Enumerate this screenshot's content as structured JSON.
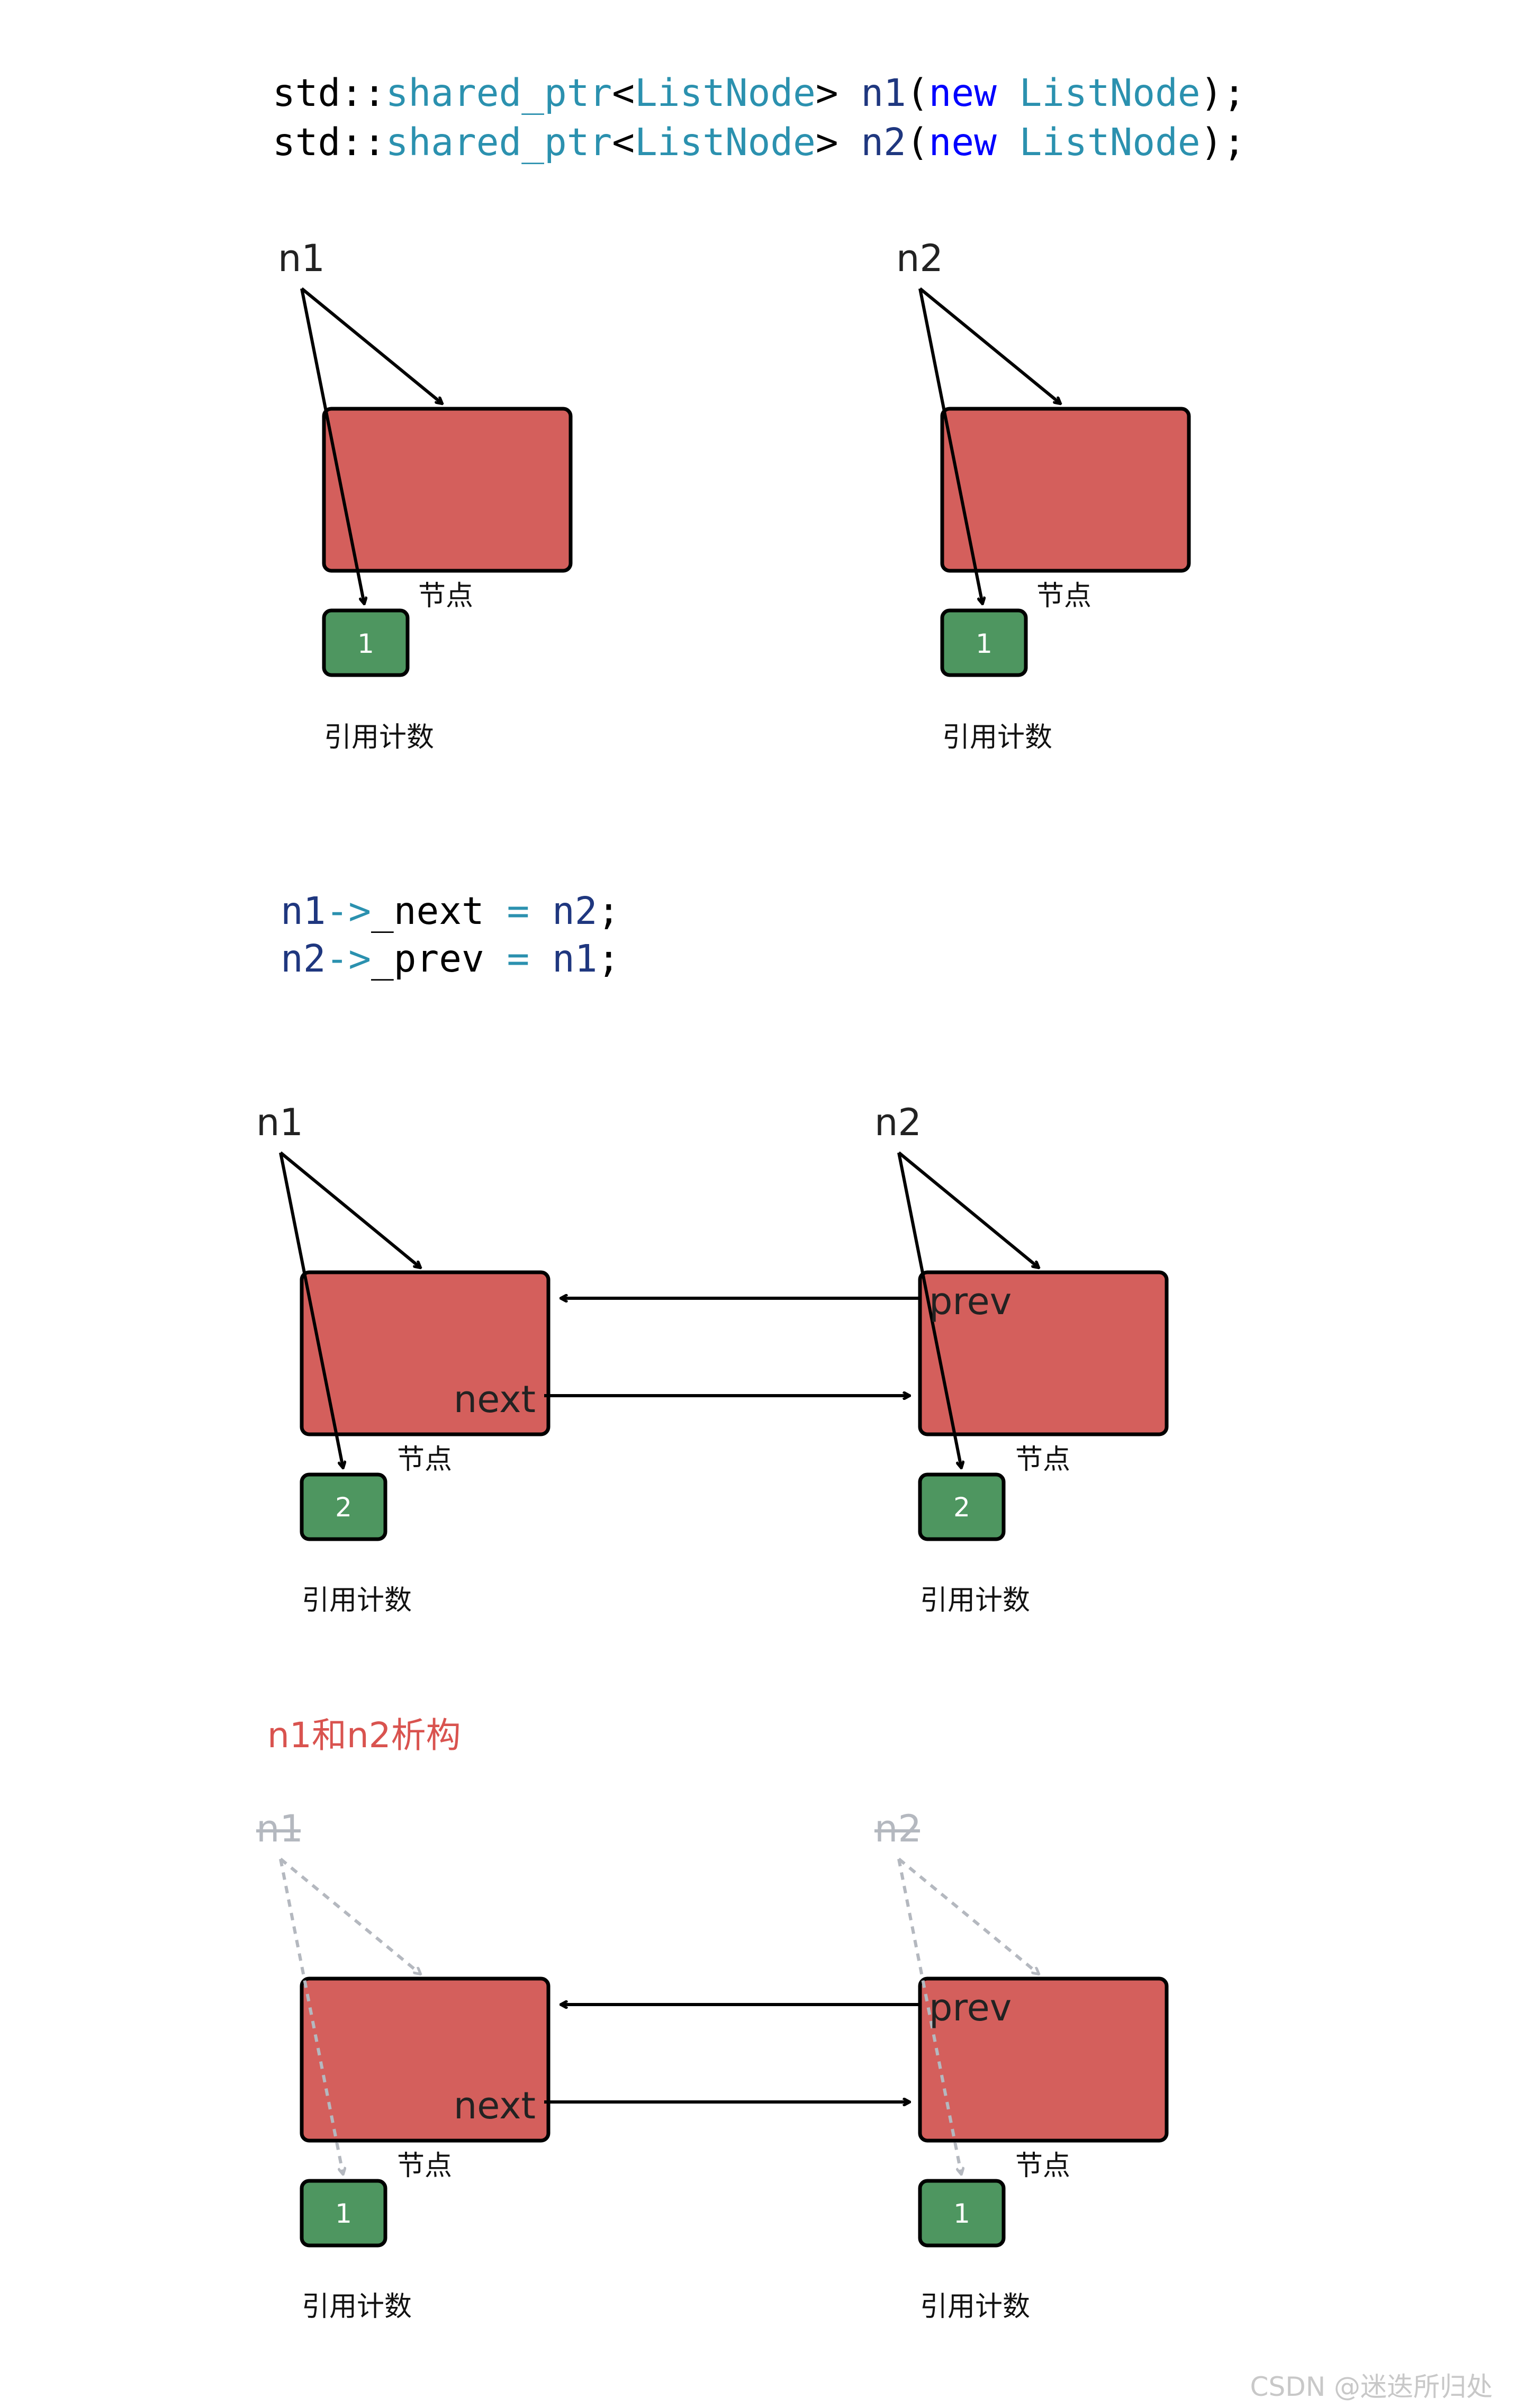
{
  "colors": {
    "node_fill": "#d45f5c",
    "count_fill": "#4e9660",
    "code_type": "#2b91af",
    "code_keyword": "#0000ff",
    "code_var": "#1f377f",
    "code_default": "#000000",
    "title_red": "#d9534f",
    "faded": "#b4b8bf"
  },
  "code1": {
    "line1": {
      "ns": "std::",
      "type": "shared_ptr",
      "lt": "<",
      "tparam": "ListNode",
      "gt": ">",
      "sp": " ",
      "var": "n1",
      "open": "(",
      "kw": "new",
      "sp2": " ",
      "ctor": "ListNode",
      "close": ");"
    },
    "line2": {
      "ns": "std::",
      "type": "shared_ptr",
      "lt": "<",
      "tparam": "ListNode",
      "gt": ">",
      "sp": " ",
      "var": "n2",
      "open": "(",
      "kw": "new",
      "sp2": " ",
      "ctor": "ListNode",
      "close": ");"
    }
  },
  "code2": {
    "line1": {
      "lhs": "n1",
      "arrow": "->",
      "member": "_next",
      "eq": " = ",
      "rhs": "n2",
      "semi": ";"
    },
    "line2": {
      "lhs": "n2",
      "arrow": "->",
      "member": "_prev",
      "eq": " = ",
      "rhs": "n1",
      "semi": ";"
    }
  },
  "section1": {
    "left": {
      "pointer": "n1",
      "node_label": "节点",
      "count": "1",
      "count_label": "引用计数"
    },
    "right": {
      "pointer": "n2",
      "node_label": "节点",
      "count": "1",
      "count_label": "引用计数"
    }
  },
  "section2": {
    "left": {
      "pointer": "n1",
      "node_label": "节点",
      "count": "2",
      "count_label": "引用计数",
      "field": "next"
    },
    "right": {
      "pointer": "n2",
      "node_label": "节点",
      "count": "2",
      "count_label": "引用计数",
      "field": "prev"
    }
  },
  "section3": {
    "title": "n1和n2析构",
    "left": {
      "pointer": "n1",
      "node_label": "节点",
      "count": "1",
      "count_label": "引用计数",
      "field": "next"
    },
    "right": {
      "pointer": "n2",
      "node_label": "节点",
      "count": "1",
      "count_label": "引用计数",
      "field": "prev"
    }
  },
  "watermark": "CSDN @迷迭所归处"
}
